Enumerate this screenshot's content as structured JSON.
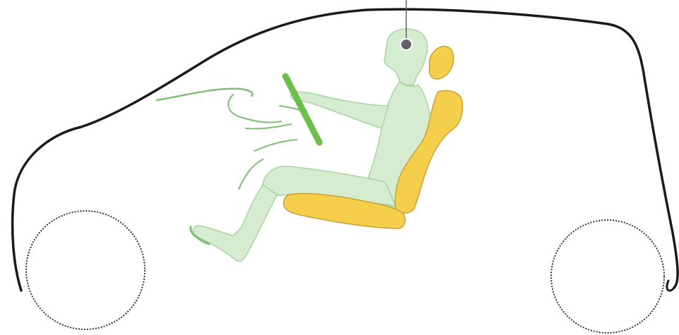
{
  "diagram": {
    "colors": {
      "background": "#ffffff",
      "car_outline": "#1a1a1a",
      "wheel_outline": "#333333",
      "occupant_fill": "#d6ecd0",
      "occupant_stroke": "#a9d3a0",
      "occupant_detail": "#7dbf72",
      "steering_wheel": "#6cbf4a",
      "seat_fill": "#f5cf4c",
      "seat_stroke": "#c9a13a",
      "marker": "#5f6368",
      "marker_dot": "#ffffff"
    },
    "components": {
      "car_body": "car-silhouette",
      "wheels": [
        "front-wheel",
        "rear-wheel"
      ],
      "steering_wheel": "steering-wheel",
      "seat": [
        "headrest",
        "seat-backrest",
        "seat-cushion"
      ],
      "occupant": "driver-figure",
      "callout": "head-position-marker"
    }
  }
}
